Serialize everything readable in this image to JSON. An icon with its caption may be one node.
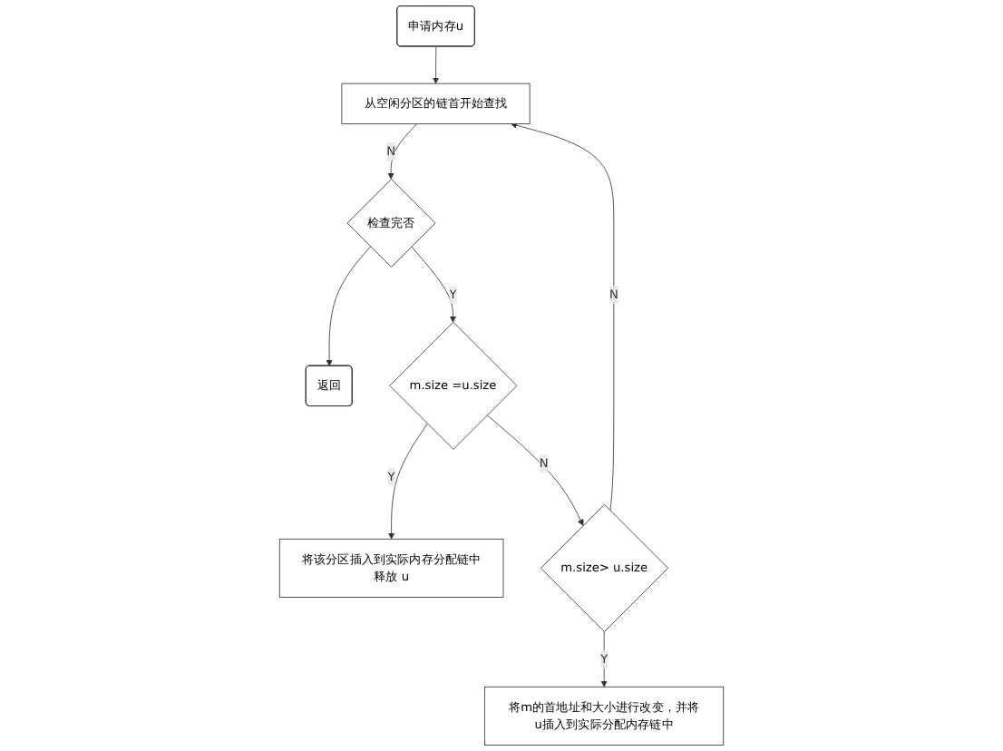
{
  "diagram": {
    "nodes": [
      {
        "text": [
          "申请内存u"
        ]
      },
      {
        "text": [
          "从空闲分区的链首开始查找"
        ]
      },
      {
        "text": [
          "检查完否"
        ]
      },
      {
        "text": [
          "返回"
        ]
      },
      {
        "text": [
          "m.size =u.size"
        ]
      },
      {
        "text": [
          "将该分区插入到实际内存分配链中",
          "释放 u"
        ]
      },
      {
        "text": [
          "m.size> u.size"
        ]
      },
      {
        "text": [
          "将m的首地址和大小进行改变，并将u插入到实际分配内存链中"
        ]
      }
    ],
    "edges": [
      {
        "from": 0,
        "to": 1,
        "arrow": "to"
      },
      {
        "from": 1,
        "to": 2,
        "arrow": "to",
        "label": "N"
      },
      {
        "from": 2,
        "to": 3,
        "arrow": "to"
      },
      {
        "from": 2,
        "to": 4,
        "arrow": "to",
        "label": "Y"
      },
      {
        "from": 4,
        "to": 5,
        "arrow": "to",
        "label": "Y"
      },
      {
        "from": 4,
        "to": 6,
        "arrow": "to",
        "label": "N"
      },
      {
        "from": 6,
        "to": 7,
        "arrow": "to",
        "label": "Y"
      },
      {
        "from": 6,
        "to": 1,
        "arrow": "to",
        "label": "N"
      }
    ]
  }
}
